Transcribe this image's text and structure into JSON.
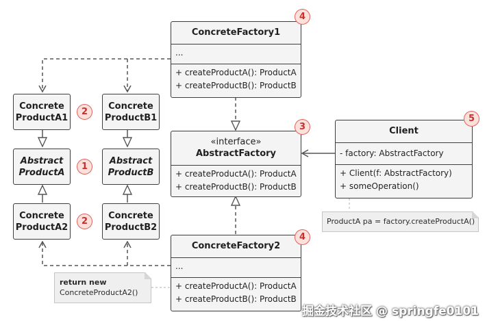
{
  "products": {
    "concrete_a1": {
      "line1": "Concrete",
      "line2": "ProductA1"
    },
    "concrete_b1": {
      "line1": "Concrete",
      "line2": "ProductB1"
    },
    "abstract_a": {
      "line1": "Abstract",
      "line2": "ProductA"
    },
    "abstract_b": {
      "line1": "Abstract",
      "line2": "ProductB"
    },
    "concrete_a2": {
      "line1": "Concrete",
      "line2": "ProductA2"
    },
    "concrete_b2": {
      "line1": "Concrete",
      "line2": "ProductB2"
    }
  },
  "factory1": {
    "name": "ConcreteFactory1",
    "fields": "...",
    "methods": [
      "+ createProductA(): ProductA",
      "+ createProductB(): ProductB"
    ]
  },
  "abstract_factory": {
    "stereotype": "«interface»",
    "name": "AbstractFactory",
    "methods": [
      "+ createProductA(): ProductA",
      "+ createProductB(): ProductB"
    ]
  },
  "factory2": {
    "name": "ConcreteFactory2",
    "fields": "...",
    "methods": [
      "+ createProductA(): ProductA",
      "+ createProductB(): ProductB"
    ]
  },
  "client": {
    "name": "Client",
    "fields": "- factory: AbstractFactory",
    "methods": [
      "+ Client(f: AbstractFactory)",
      "+ someOperation()"
    ]
  },
  "notes": {
    "client_note": "ProductA pa = factory.createProductA()",
    "factory2_note_line1": "return new",
    "factory2_note_line2": "ConcreteProductA2()"
  },
  "badges": {
    "factory1": "4",
    "abstract_factory": "3",
    "client": "5",
    "factory2": "4",
    "concrete_a1": "2",
    "abstract_a": "1",
    "concrete_a2": "2"
  },
  "watermark": "掘金技术社区 @ springfe0101",
  "colors": {
    "border": "#3d3d3d",
    "box_fill": "#f4f4f4",
    "badge_fill": "#fbe0dc",
    "badge_text": "#c9302c",
    "badge_border": "#e2635b",
    "note_fill": "#efefef",
    "connector": "#555555"
  }
}
